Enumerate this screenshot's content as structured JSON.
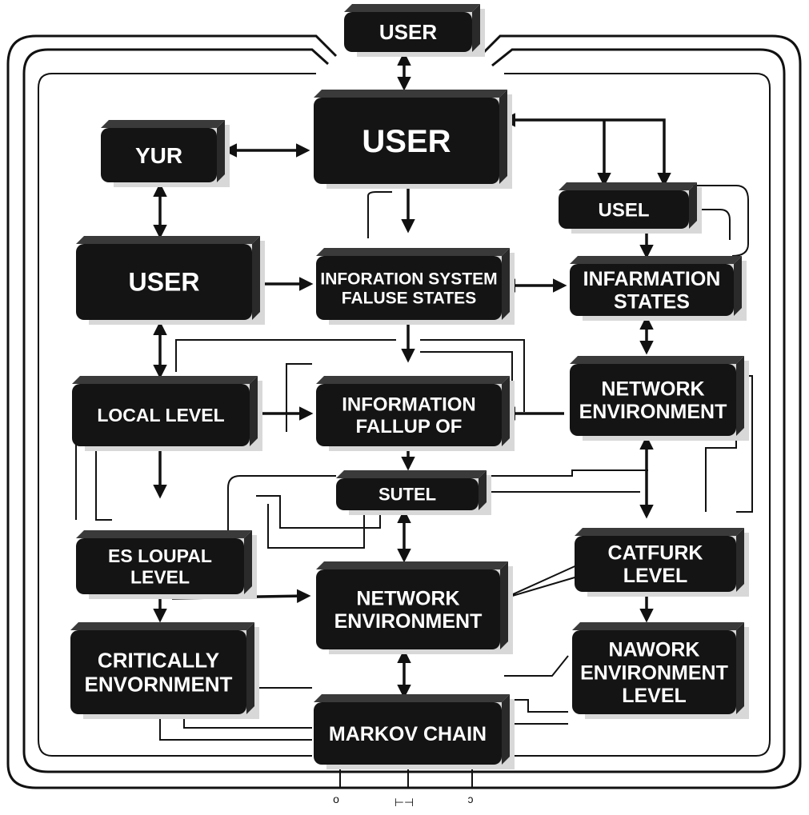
{
  "diagram": {
    "nodes": [
      {
        "id": "user-top",
        "lines": [
          "USER"
        ]
      },
      {
        "id": "user-main",
        "lines": [
          "USER"
        ]
      },
      {
        "id": "yur",
        "lines": [
          "YUR"
        ]
      },
      {
        "id": "usel",
        "lines": [
          "USEL"
        ]
      },
      {
        "id": "user-left",
        "lines": [
          "USER"
        ]
      },
      {
        "id": "info-system",
        "lines": [
          "INFORATION SYSTEM",
          "FALUSE STATES"
        ]
      },
      {
        "id": "infarmation",
        "lines": [
          "INFARMATION",
          "STATES"
        ]
      },
      {
        "id": "local-level",
        "lines": [
          "LOCAL LEVEL"
        ]
      },
      {
        "id": "info-fallup",
        "lines": [
          "INFORMATION",
          "FALLUP OF"
        ]
      },
      {
        "id": "network-env-right",
        "lines": [
          "NETWORK",
          "ENVIRONMENT"
        ]
      },
      {
        "id": "sutel",
        "lines": [
          "SUTEL"
        ]
      },
      {
        "id": "es-loupal",
        "lines": [
          "ES LOUPAL",
          "LEVEL"
        ]
      },
      {
        "id": "network-env-center",
        "lines": [
          "NETWORK",
          "ENVIRONMENT"
        ]
      },
      {
        "id": "catfurk",
        "lines": [
          "CATFURK",
          "LEVEL"
        ]
      },
      {
        "id": "critically",
        "lines": [
          "CRITICALLY",
          "ENVORNMENT"
        ]
      },
      {
        "id": "nawork",
        "lines": [
          "NAWORK",
          "ENVIRONMENT",
          "LEVEL"
        ]
      },
      {
        "id": "markov",
        "lines": [
          "MARKOV CHAIN"
        ]
      }
    ],
    "bottom_marks": [
      "o",
      "⊢⊣",
      "ɔ"
    ]
  }
}
